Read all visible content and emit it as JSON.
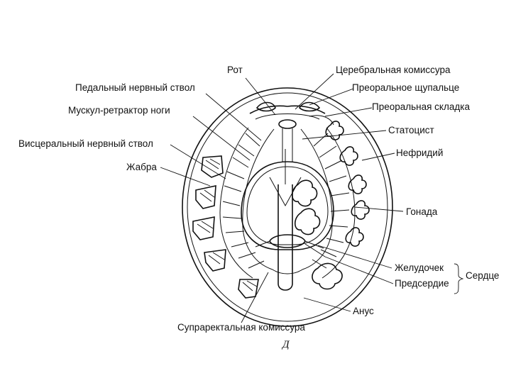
{
  "labels": {
    "mouth": "Рот",
    "cerebral_commissure": "Церебральная комиссура",
    "pedal_nerve_cord": "Педальный нервный ствол",
    "preoral_tentacle": "Преоральное щупальце",
    "retractor_muscle": "Мускул-ретрактор ноги",
    "preoral_fold": "Преоральная складка",
    "statocyst": "Статоцист",
    "visceral_nerve_cord": "Висцеральный нервный ствол",
    "nephridium": "Нефридий",
    "gill": "Жабра",
    "gonad": "Гонада",
    "ventricle": "Желудочек",
    "atrium": "Предсердие",
    "heart": "Сердце",
    "anus": "Анус",
    "suprarectal_commissure": "Супраректальная комиссура",
    "figure_letter": "Д"
  },
  "colors": {
    "ink": "#111111",
    "background": "#ffffff"
  }
}
